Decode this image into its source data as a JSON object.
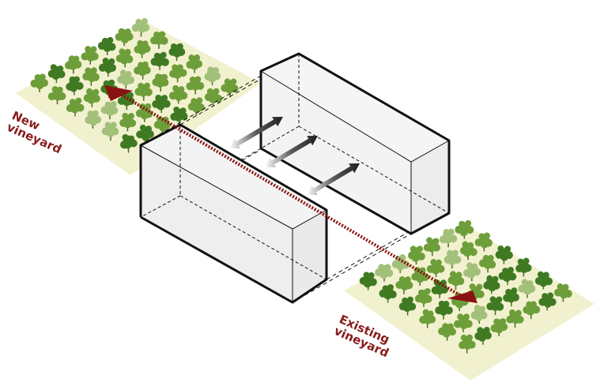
{
  "labels": {
    "new_line1": "New",
    "new_line2": "vineyard",
    "existing_line1": "Existing",
    "existing_line2": "vineyard"
  },
  "colors": {
    "label": "#8a1c1c",
    "route_arrow": "#8a1111",
    "ground": "#f2f1cf",
    "vine_dark": "#3f7a22",
    "vine_mid": "#6d9e3a",
    "vine_light": "#a3c07a",
    "box_face": "#efefef",
    "box_edge": "#111111"
  },
  "icons": {
    "exchange_arrows": "double-headed-arrow-icon",
    "route": "dotted-arrow-icon",
    "vine": "vine-icon"
  }
}
